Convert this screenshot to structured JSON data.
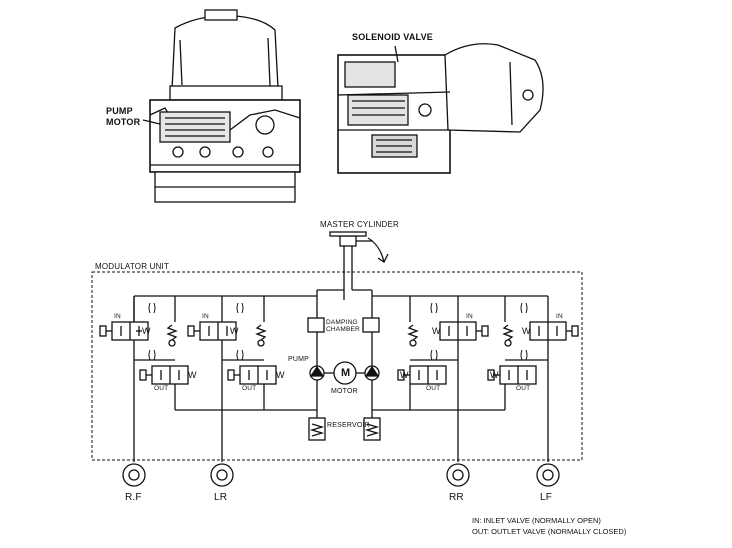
{
  "labels": {
    "pump_motor_line1": "PUMP",
    "pump_motor_line2": "MOTOR",
    "solenoid_valve": "SOLENOID VALVE",
    "master_cylinder": "MASTER CYLINDER",
    "modulator_unit": "MODULATOR UNIT",
    "damping_chamber_line1": "DAMPING",
    "damping_chamber_line2": "CHAMBER",
    "pump": "PUMP",
    "motor": "MOTOR",
    "motor_symbol": "M",
    "reservoir": "RESERVOIR",
    "valve_in": "IN",
    "valve_out": "OUT",
    "spring_w": "W"
  },
  "wheels": [
    "R.F",
    "LR",
    "RR",
    "LF"
  ],
  "legend": {
    "in": "IN:   INLET VALVE (NORMALLY OPEN)",
    "out": "OUT: OUTLET VALVE (NORMALLY CLOSED)"
  }
}
